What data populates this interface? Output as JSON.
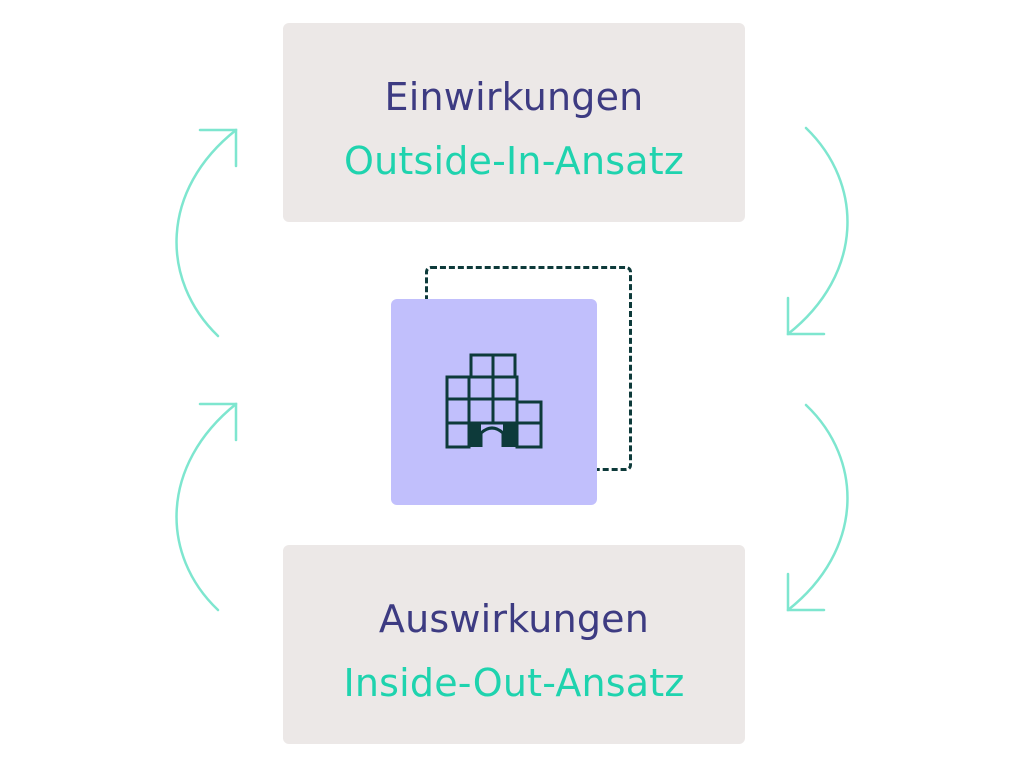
{
  "top_box": {
    "title": "Einwirkungen",
    "subtitle": "Outside-In-Ansatz"
  },
  "bottom_box": {
    "title": "Auswirkungen",
    "subtitle": "Inside-Out-Ansatz"
  },
  "center": {
    "icon": "building-icon"
  },
  "colors": {
    "box_background": "#ece8e7",
    "title_color": "#3d3b82",
    "subtitle_color": "#1fd3ae",
    "arrow_color": "#7ee6cf",
    "company_background": "#c1bffc",
    "building_color": "#0d3a3a"
  }
}
